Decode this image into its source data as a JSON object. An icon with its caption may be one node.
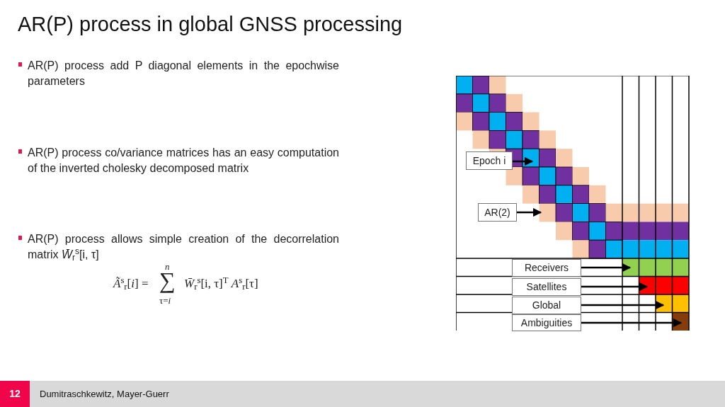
{
  "diagram": {
    "title": "AR(P) process in global GNSS processing",
    "nodes": [
      {
        "text": [
          "Epoch i"
        ]
      },
      {
        "text": [
          "AR(2)"
        ]
      },
      {
        "text": [
          "Receivers"
        ]
      },
      {
        "text": [
          "Satellites"
        ]
      },
      {
        "text": [
          "Global"
        ]
      },
      {
        "text": [
          "Ambiguities"
        ]
      }
    ],
    "edges": [
      {
        "from": 0,
        "to": null,
        "arrow": "to"
      },
      {
        "from": 1,
        "to": null,
        "arrow": "to"
      },
      {
        "from": 2,
        "to": null,
        "arrow": "to"
      },
      {
        "from": 3,
        "to": null,
        "arrow": "to"
      },
      {
        "from": 4,
        "to": null,
        "arrow": "to"
      },
      {
        "from": 5,
        "to": null,
        "arrow": "to"
      }
    ],
    "labels": [
      "AR(P) process add P diagonal elements in the epochwise parameters",
      "AR(P) process co/variance matrices has an easy computation of the inverted cholesky decomposed matrix",
      "AR(P) process allows simple creation of the decorrelation matrix *W̄*$_{r}$$^{s}$[i, τ]",
      "*n*",
      "*Ã*$^{s}$$_{r}$[*i*] =",
      "∑",
      "*W̄*$_{r}$$^{s}$[i, τ]$^{T}$ *A*$^{s}$$_{r}$[τ]",
      "τ=*i*",
      "12",
      "Dumitraschkewitz, Mayer-Guerr"
    ]
  }
}
